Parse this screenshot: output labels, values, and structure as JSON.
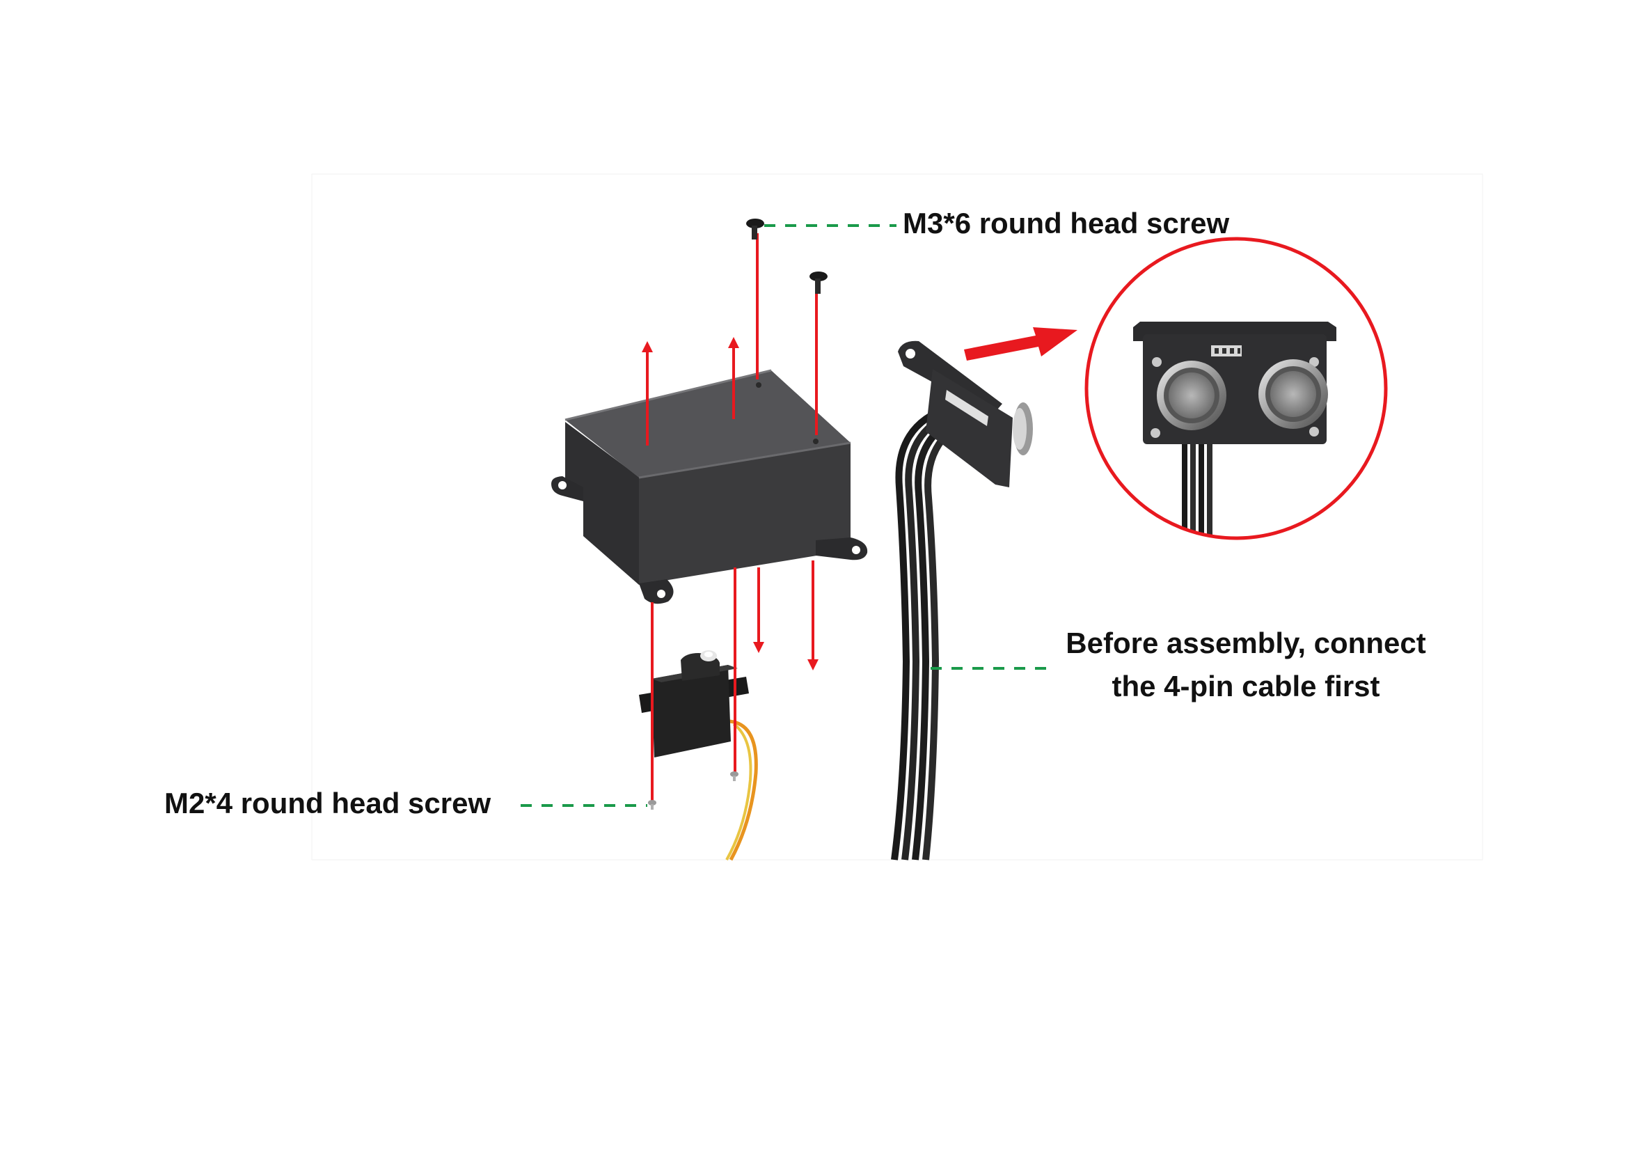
{
  "callouts": {
    "m3_screw": "M3*6 round head screw",
    "m2_screw": "M2*4 round head screw",
    "cable_note_line1": "Before assembly, connect",
    "cable_note_line2": "the 4-pin cable first"
  },
  "colors": {
    "arrow_red": "#e8191f",
    "leader_green": "#1a9a4a",
    "bracket_dark": "#3d3d3f",
    "cable_black": "#1c1c1c",
    "servo_wire_orange": "#e8941f",
    "servo_wire_yellow": "#e9c542"
  }
}
